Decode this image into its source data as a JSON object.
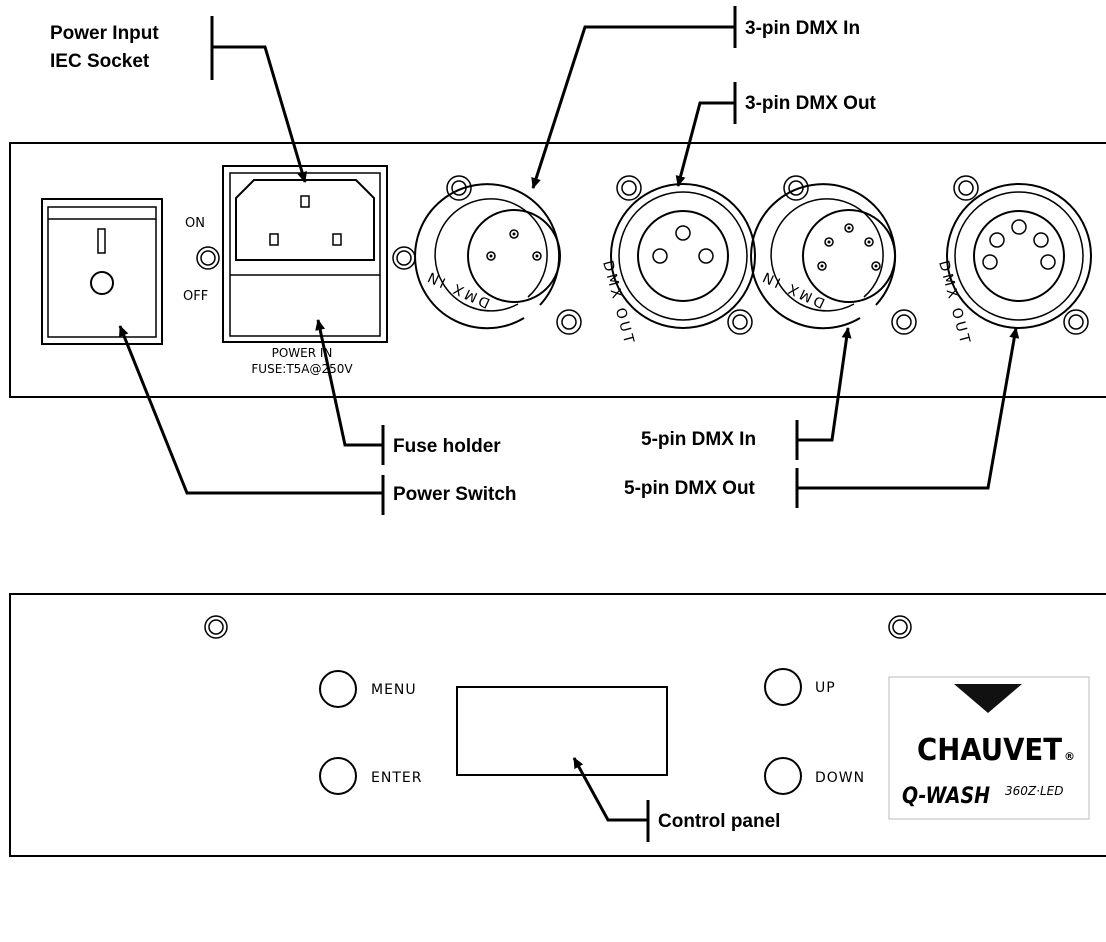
{
  "callouts": {
    "power_input_line1": "Power Input",
    "power_input_line2": "IEC Socket",
    "dmx3_in": "3-pin DMX In",
    "dmx3_out": "3-pin DMX Out",
    "fuse_holder": "Fuse holder",
    "power_switch": "Power Switch",
    "dmx5_in": "5-pin DMX In",
    "dmx5_out": "5-pin DMX Out",
    "control_panel": "Control panel"
  },
  "rear_panel": {
    "switch_on": "ON",
    "switch_off": "OFF",
    "power_in": "POWER IN",
    "fuse_rating": "FUSE:T5A@250V",
    "dmx_in": "DMX IN",
    "dmx_out": "DMX OUT"
  },
  "front_panel": {
    "menu": "MENU",
    "enter": "ENTER",
    "up": "UP",
    "down": "DOWN"
  },
  "logo": {
    "brand": "CHAUVET",
    "registered": "®",
    "product": "Q-WASH",
    "model": "360Z·LED"
  }
}
